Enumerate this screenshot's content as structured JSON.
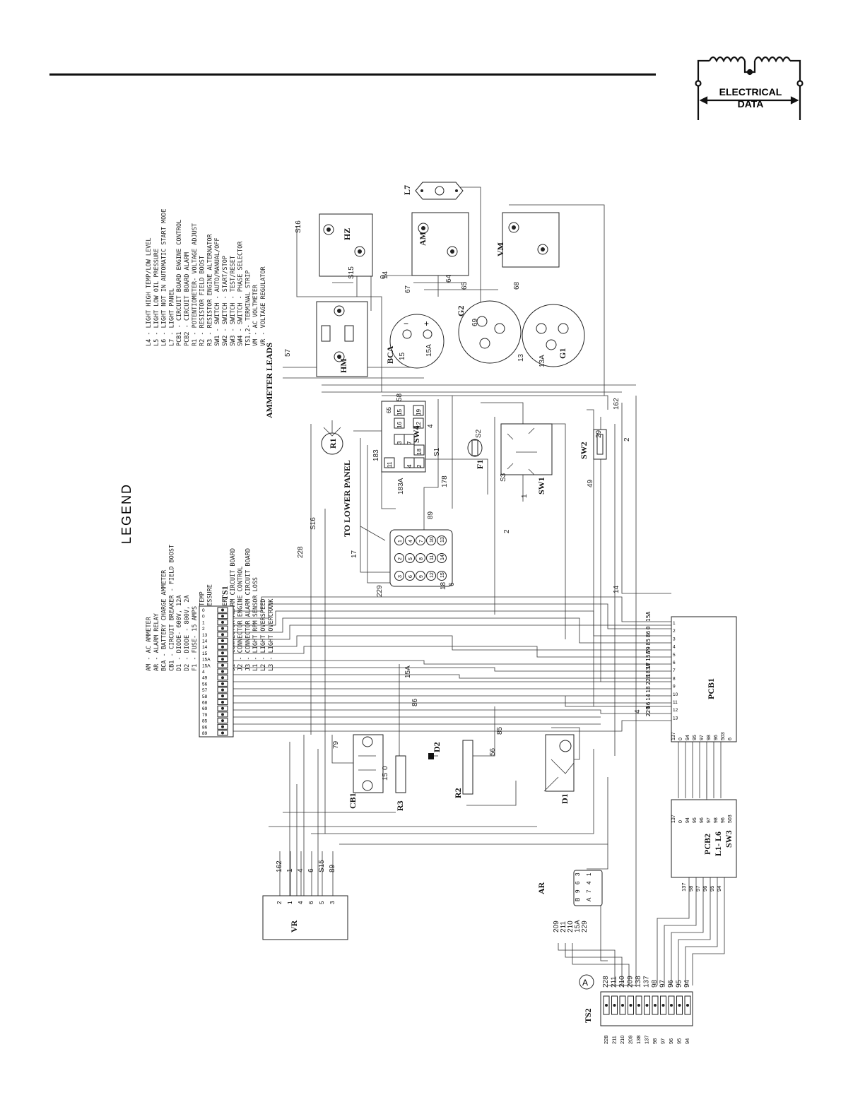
{
  "header": {
    "badge_line1": "ELECTRICAL",
    "badge_line2": "DATA"
  },
  "legend": {
    "title": "LEGEND",
    "col1": [
      "AM  -  AC AMMETER",
      "AR  -  ALARM RELAY",
      "BCA -  BATTERY CHARGE AMMETER",
      "CB1 -  CIRCUIT BREAKER - FIELD BOOST",
      "D1  -  DIODE- 600V, 12A",
      "D2  -  DIODE - 800V, 2A",
      "F1  -  FUSE- 15 AMPS",
      "G1  -  GAUGE- WATER TEMP",
      "G2  -  GAUGE- OIL PRESSURE",
      "HM  -  HOURMETER",
      "HZ  -  FREQUENCY METER",
      "J1  -  CONNECTOR ALARM CIRCUIT BOARD",
      "J2  -  CONNECTOR ENGINE CONTROL",
      "J3  -  CONNECTOR ALARM CIRCUIT BOARD",
      "L1  -  LIGHT RPM SENSOR LOSS",
      "L2  -  LIGHT OVERSPEED",
      "L3  -  LIGHT OVERCRANK"
    ],
    "col2": [
      "L4   -  LIGHT HIGH TEMP/LOW LEVEL",
      "L5   -  LIGHT LOW OIL PRESSURE",
      "L6   -  LIGHT NOT IN AUTOMATIC START MODE",
      "L7   -  LIGHT PANEL",
      "PCB1 -  CIRCUIT BOARD ENGINE CONTROL",
      "PCB2 -  CIRCUIT BOARD ALARM",
      "R1   -  POTENTIOMETER- VOLTAGE ADJUST",
      "R2   -  RESISTOR FIELD BOOST",
      "R3   -  RESISTOR ENGINE ALTERNATOR",
      "SW1  -  SWITCH - AUTO/MANUAL/OFF",
      "SW2  -  SWITCH - START/STOP",
      "SW3  -  SWITCH - TEST/RESET",
      "SW4  -  SWITCH - PHASE SELECTOR",
      "TS1,2-  TERMINAL STRIP",
      "VM   -  AC VOLTMETER",
      "VR   -  VOLTAGE REGULATOR"
    ]
  },
  "components": {
    "hz": "HZ",
    "am": "AM",
    "vm": "VM",
    "l7": "L7",
    "hm": "HM",
    "bca": "BCA",
    "g2": "G2",
    "g1": "G1",
    "sw4": "SW4",
    "sw1": "SW1",
    "sw2": "SW2",
    "r1": "R1",
    "f1": "F1",
    "ts1": "TS1",
    "ts2": "TS2",
    "pcb1": "PCB1",
    "pcb2": "PCB2",
    "l1_l6": "L1- L6",
    "sw3": "SW3",
    "cb1": "CB1",
    "r3": "R3",
    "d2": "D2",
    "r2": "R2",
    "d1": "D1",
    "ar": "AR",
    "vr": "VR",
    "to_lower_panel": "TO LOWER PANEL",
    "ammeter_leads": "AMMETER LEADS",
    "circle_a": "A"
  },
  "ts1_terminals": [
    "0",
    "0",
    "1",
    "2",
    "13",
    "14",
    "14",
    "15",
    "15A",
    "15A",
    "4",
    "49",
    "56",
    "57",
    "58",
    "68",
    "69",
    "79",
    "85",
    "86",
    "89"
  ],
  "ts2_terminals": [
    "228",
    "211",
    "210",
    "209",
    "138",
    "137",
    "98",
    "97",
    "96",
    "95",
    "94"
  ],
  "pcb1_pins": [
    "15A",
    "0",
    "86",
    "85",
    "79",
    "15A",
    "17",
    "183A",
    "228",
    "18",
    "14",
    "56",
    "229"
  ],
  "j2_pins": [
    "137",
    "0",
    "94",
    "95",
    "97",
    "98",
    "96",
    "503",
    "6"
  ],
  "pcb2_pins": [
    "137",
    "0",
    "94",
    "95",
    "96",
    "97",
    "98",
    "96",
    "503"
  ],
  "pcb2_j2_pins": [
    "137",
    "98",
    "97",
    "96",
    "95",
    "94"
  ],
  "ar_pins": [
    "3",
    "6",
    "9",
    "B",
    "1",
    "4",
    "7",
    "A"
  ],
  "ar_wires": [
    "209",
    "211",
    "210",
    "15A",
    "229"
  ],
  "vr_pins": [
    "2",
    "1",
    "4",
    "6",
    "5",
    "3"
  ],
  "vr_wires": [
    "162",
    "1",
    "4",
    "6",
    "S15",
    "89"
  ],
  "sw4_pins": [
    "65",
    "15",
    "19",
    "16",
    "12",
    "3",
    "7",
    "11",
    "18",
    "4",
    "2"
  ],
  "lower_panel_pins": [
    "1",
    "2",
    "3",
    "4",
    "5",
    "6",
    "7",
    "8",
    "9",
    "10",
    "11",
    "12",
    "13",
    "14",
    "15"
  ],
  "wire_labels": [
    "S16",
    "S15",
    "0",
    "14",
    "67",
    "64",
    "65",
    "68",
    "69",
    "13A",
    "13",
    "15",
    "15A",
    "57",
    "58",
    "4",
    "S1",
    "S2",
    "S3",
    "183",
    "183A",
    "178",
    "89",
    "1",
    "2",
    "6",
    "S16",
    "228",
    "17",
    "18",
    "229",
    "162",
    "49",
    "29",
    "2",
    "14",
    "4",
    "15",
    "0",
    "56",
    "79",
    "85",
    "86",
    "15A"
  ]
}
